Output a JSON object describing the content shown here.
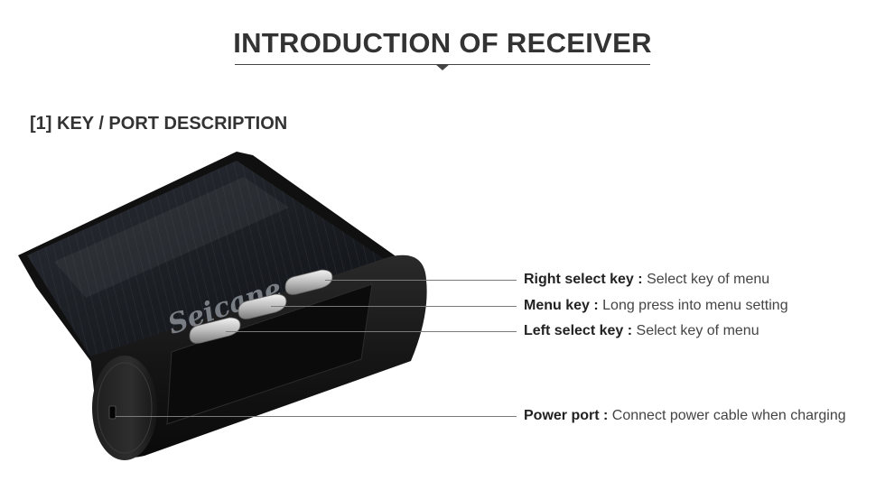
{
  "title": "INTRODUCTION OF RECEIVER",
  "section_heading": "[1] KEY / PORT DESCRIPTION",
  "device": {
    "brand": "Seicane"
  },
  "callouts": [
    {
      "label": "Right select key :",
      "desc": "Select key of menu"
    },
    {
      "label": "Menu key :",
      "desc": "Long press into menu setting"
    },
    {
      "label": "Left select key :",
      "desc": "Select key of menu"
    },
    {
      "label": "Power port :",
      "desc": "Connect power cable when charging"
    }
  ]
}
